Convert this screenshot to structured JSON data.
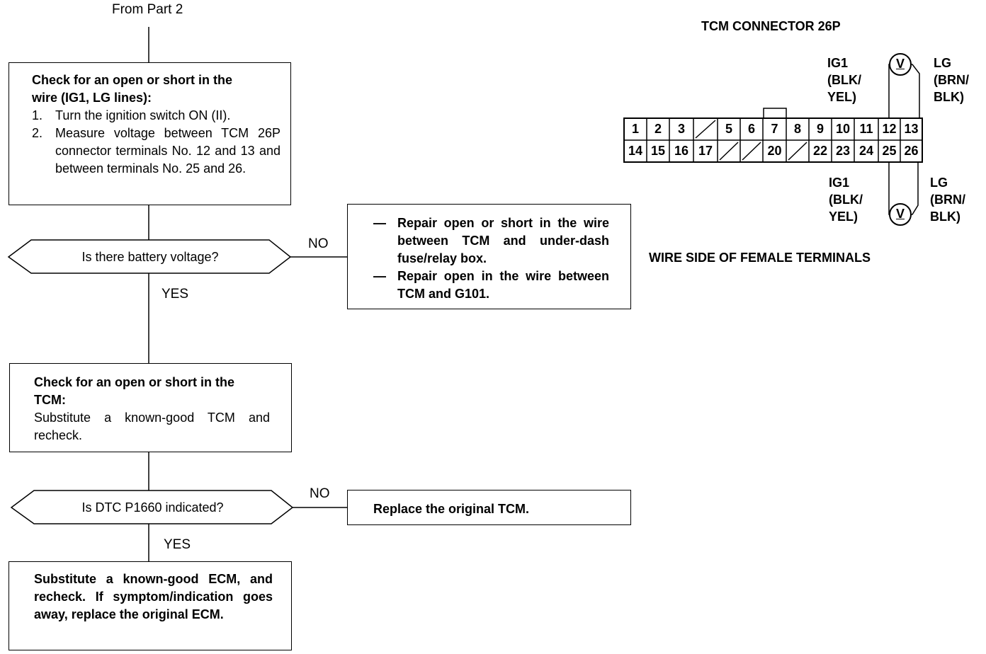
{
  "flow": {
    "from_label": "From Part 2",
    "box1": {
      "title_lines": [
        "Check for an open or short in the",
        "wire (IG1, LG lines):"
      ],
      "steps": [
        {
          "num": "1.",
          "text": "Turn the ignition switch ON (II)."
        },
        {
          "num": "2.",
          "text": "Measure voltage between TCM 26P connector terminals No. 12 and 13 and between terminals No. 25 and 26."
        }
      ]
    },
    "decision1": "Is there battery voltage?",
    "yes1": "YES",
    "no1": "NO",
    "repair1": [
      "Repair open or short in the wire between TCM and under-dash fuse/relay box.",
      "Repair open in the wire between TCM and G101."
    ],
    "repair_dash": "—",
    "box2": {
      "title_lines": [
        "Check for an open or short in the",
        "TCM:"
      ],
      "body": "Substitute a known-good TCM and recheck."
    },
    "decision2": "Is DTC P1660 indicated?",
    "yes2": "YES",
    "no2": "NO",
    "replace_tcm": "Replace the original TCM.",
    "box3": "Substitute a known-good ECM, and recheck. If symptom/indication goes away, replace the original ECM."
  },
  "connector": {
    "title": "TCM CONNECTOR 26P",
    "top_left_label": [
      "IG1",
      "(BLK/",
      "YEL)"
    ],
    "top_right_label": [
      "LG",
      "(BRN/",
      "BLK)"
    ],
    "bottom_left_label": [
      "IG1",
      "(BLK/",
      "YEL)"
    ],
    "bottom_right_label": [
      "LG",
      "(BRN/",
      "BLK)"
    ],
    "meter_symbol": "V",
    "row1": [
      "1",
      "2",
      "3",
      "",
      "5",
      "6",
      "7",
      "8",
      "9",
      "10",
      "11",
      "12",
      "13"
    ],
    "row2": [
      "14",
      "15",
      "16",
      "17",
      "",
      "",
      "20",
      "",
      "22",
      "23",
      "24",
      "25",
      "26"
    ],
    "caption": "WIRE SIDE OF FEMALE TERMINALS"
  }
}
